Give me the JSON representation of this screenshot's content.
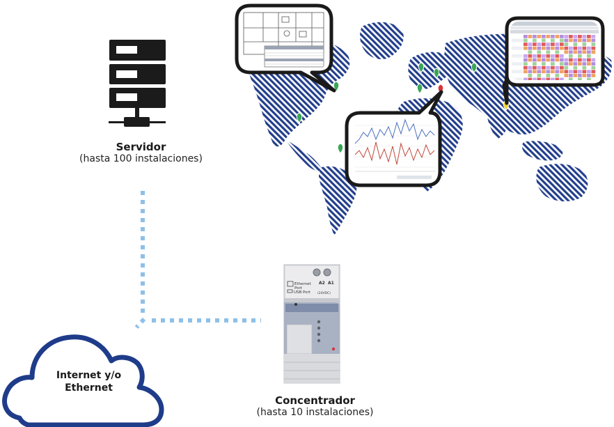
{
  "server": {
    "title": "Servidor",
    "subtitle": "(hasta 100 instalaciones)"
  },
  "concentrator": {
    "title": "Concentrador",
    "subtitle": "(hasta 10 instalaciones)",
    "labels": {
      "ethernet": "Ethernet",
      "port": "Port",
      "usb": "USB Port",
      "a2": "A2",
      "a1": "A1",
      "voltage": "(24VDC)"
    }
  },
  "cloud": {
    "line1": "Internet y/o",
    "line2": "Ethernet"
  },
  "colors": {
    "map_stripes": "#233f8c",
    "connector_dots": "#8ec0e8",
    "cloud_outline": "#1f3c8a",
    "server_dark": "#1b1b1b",
    "pin_green": "#3aa657",
    "pin_red": "#d6333b",
    "pin_yellow": "#f2d22e"
  },
  "callouts": [
    {
      "name": "floor-plan-callout",
      "content": "floor plan with readings table"
    },
    {
      "name": "line-chart-callout",
      "content": "line chart with red and blue series"
    },
    {
      "name": "calendar-table-callout",
      "content": "monthly calendar grid table"
    }
  ],
  "pins": [
    "green",
    "green",
    "green",
    "green",
    "green",
    "green",
    "green",
    "red",
    "yellow"
  ]
}
